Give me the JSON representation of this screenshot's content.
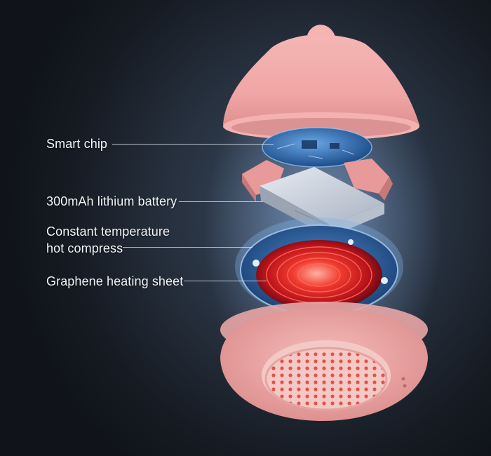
{
  "callouts": {
    "smart_chip": "Smart chip",
    "battery": "300mAh lithium battery",
    "hot_compress_line1": "Constant temperature",
    "hot_compress_line2": "hot compress",
    "heating_sheet": "Graphene heating sheet"
  },
  "colors": {
    "shell_pink": "#f0a9a8",
    "shell_shadow": "#c9807f",
    "heating_red": "#e8282a",
    "board_blue": "#2f6fb3"
  }
}
